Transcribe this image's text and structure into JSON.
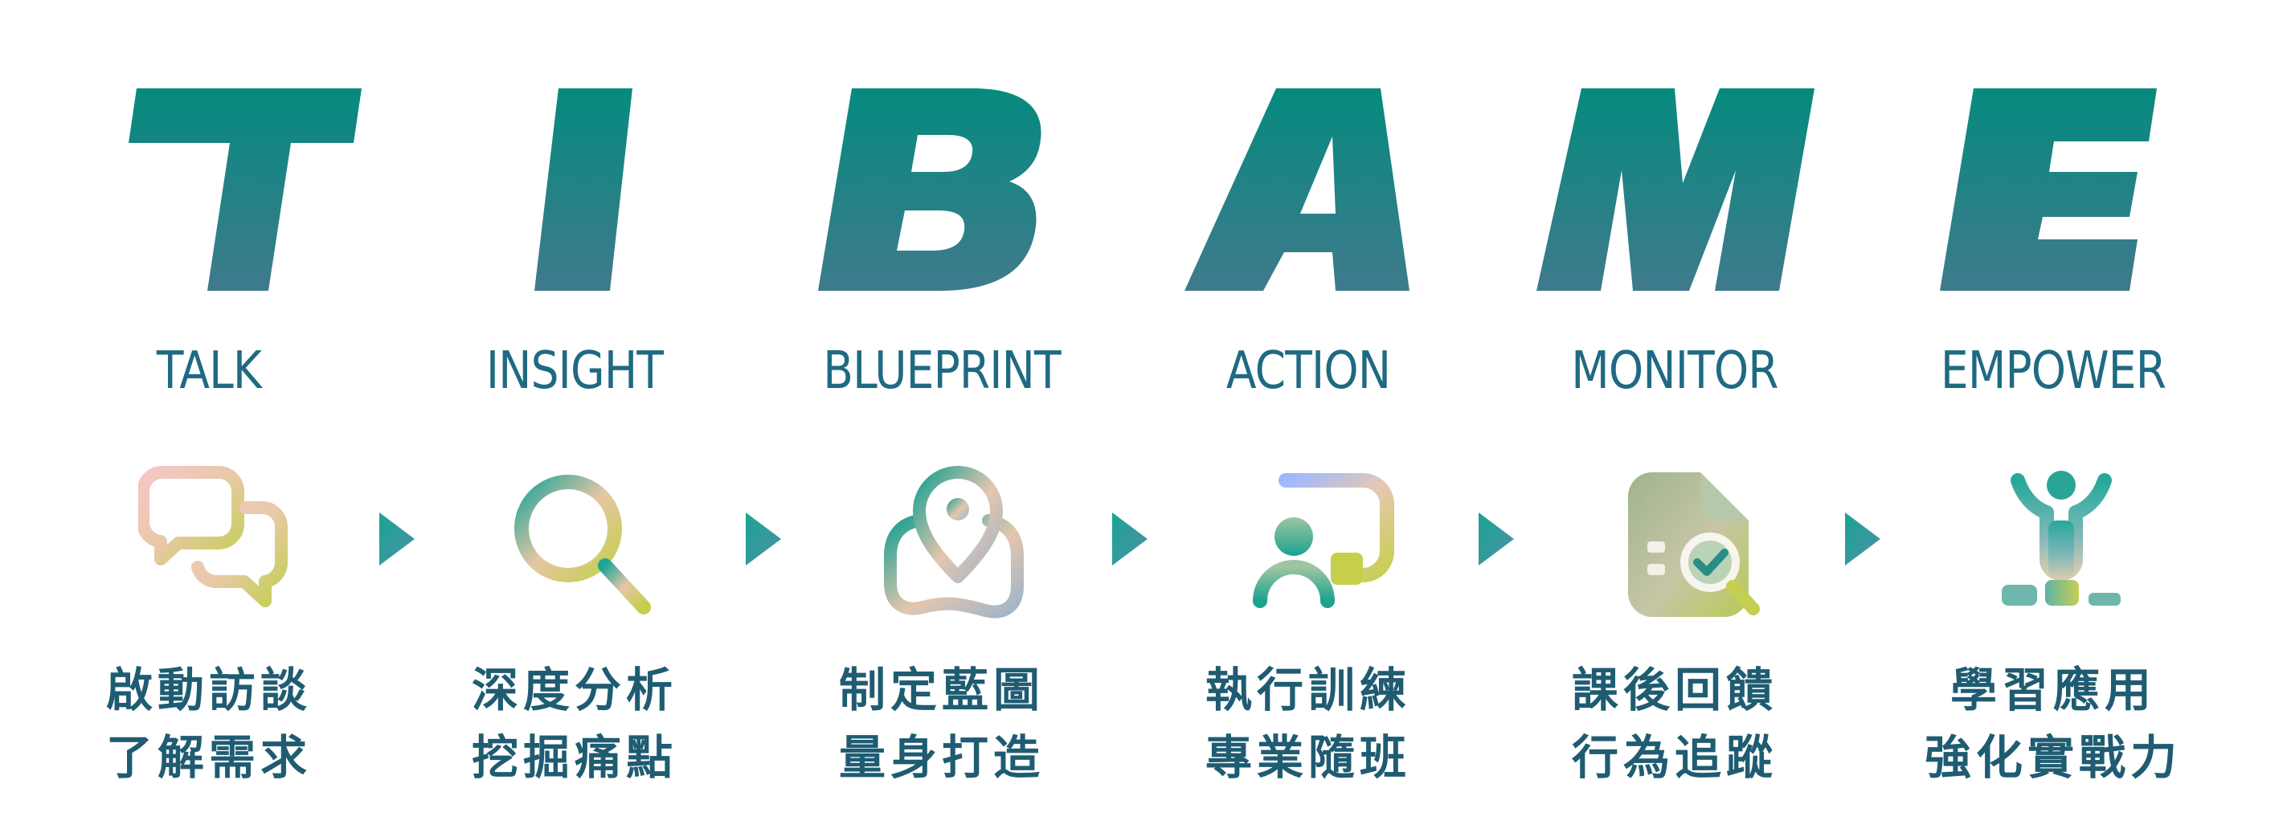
{
  "steps": [
    {
      "letter": "T",
      "word": "TALK",
      "line1": "啟動訪談",
      "line2": "了解需求",
      "icon": "chat-bubbles-icon"
    },
    {
      "letter": "I",
      "word": "INSIGHT",
      "line1": "深度分析",
      "line2": "挖掘痛點",
      "icon": "magnifier-icon"
    },
    {
      "letter": "B",
      "word": "BLUEPRINT",
      "line1": "制定藍圖",
      "line2": "量身打造",
      "icon": "map-pin-icon"
    },
    {
      "letter": "A",
      "word": "ACTION",
      "line1": "執行訓練",
      "line2": "專業隨班",
      "icon": "trainer-board-icon"
    },
    {
      "letter": "M",
      "word": "MONITOR",
      "line1": "課後回饋",
      "line2": "行為追蹤",
      "icon": "document-check-icon"
    },
    {
      "letter": "E",
      "word": "EMPOWER",
      "line1": "學習應用",
      "line2": "強化實戰力",
      "icon": "person-success-icon"
    }
  ],
  "colors": {
    "letter_top": "#0b8a80",
    "letter_bottom": "#3d7a8c",
    "word": "#1f6a82",
    "desc": "#1f5c72"
  }
}
